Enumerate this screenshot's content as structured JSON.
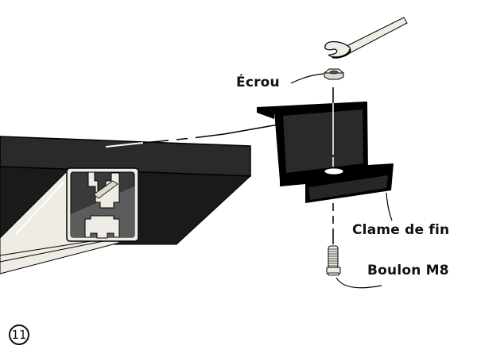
{
  "figure": {
    "title": "End clamp installation step",
    "step_number": "11",
    "labels": {
      "nut": "Écrou",
      "end_clamp": "Clame de fin",
      "bolt": "Boulon M8"
    },
    "parts": [
      "wrench",
      "nut",
      "end-clamp",
      "bolt",
      "solar-panel",
      "mounting-rail"
    ],
    "colors": {
      "panel": "#1c1c1c",
      "panel_top": "#2c2c2c",
      "rail": "#eeece4",
      "rail_inner": "#5a5a5a",
      "clamp": "#262626",
      "outline": "#000000"
    }
  }
}
